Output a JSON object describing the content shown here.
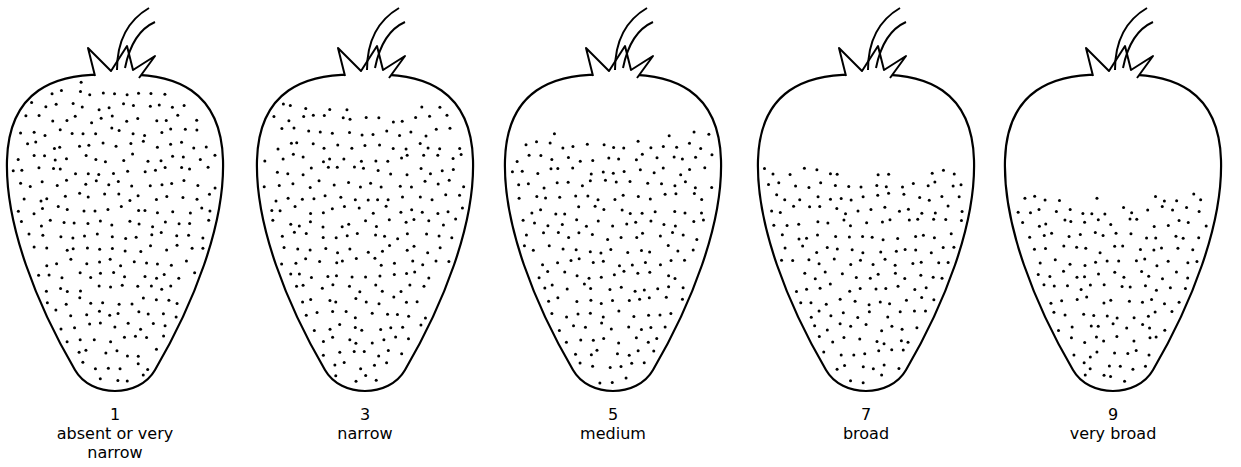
{
  "diagram": {
    "labels": [
      "1",
      "absent or very narrow",
      "3",
      "narrow",
      "5",
      "medium",
      "7",
      "broad",
      "9",
      "very broad"
    ]
  }
}
